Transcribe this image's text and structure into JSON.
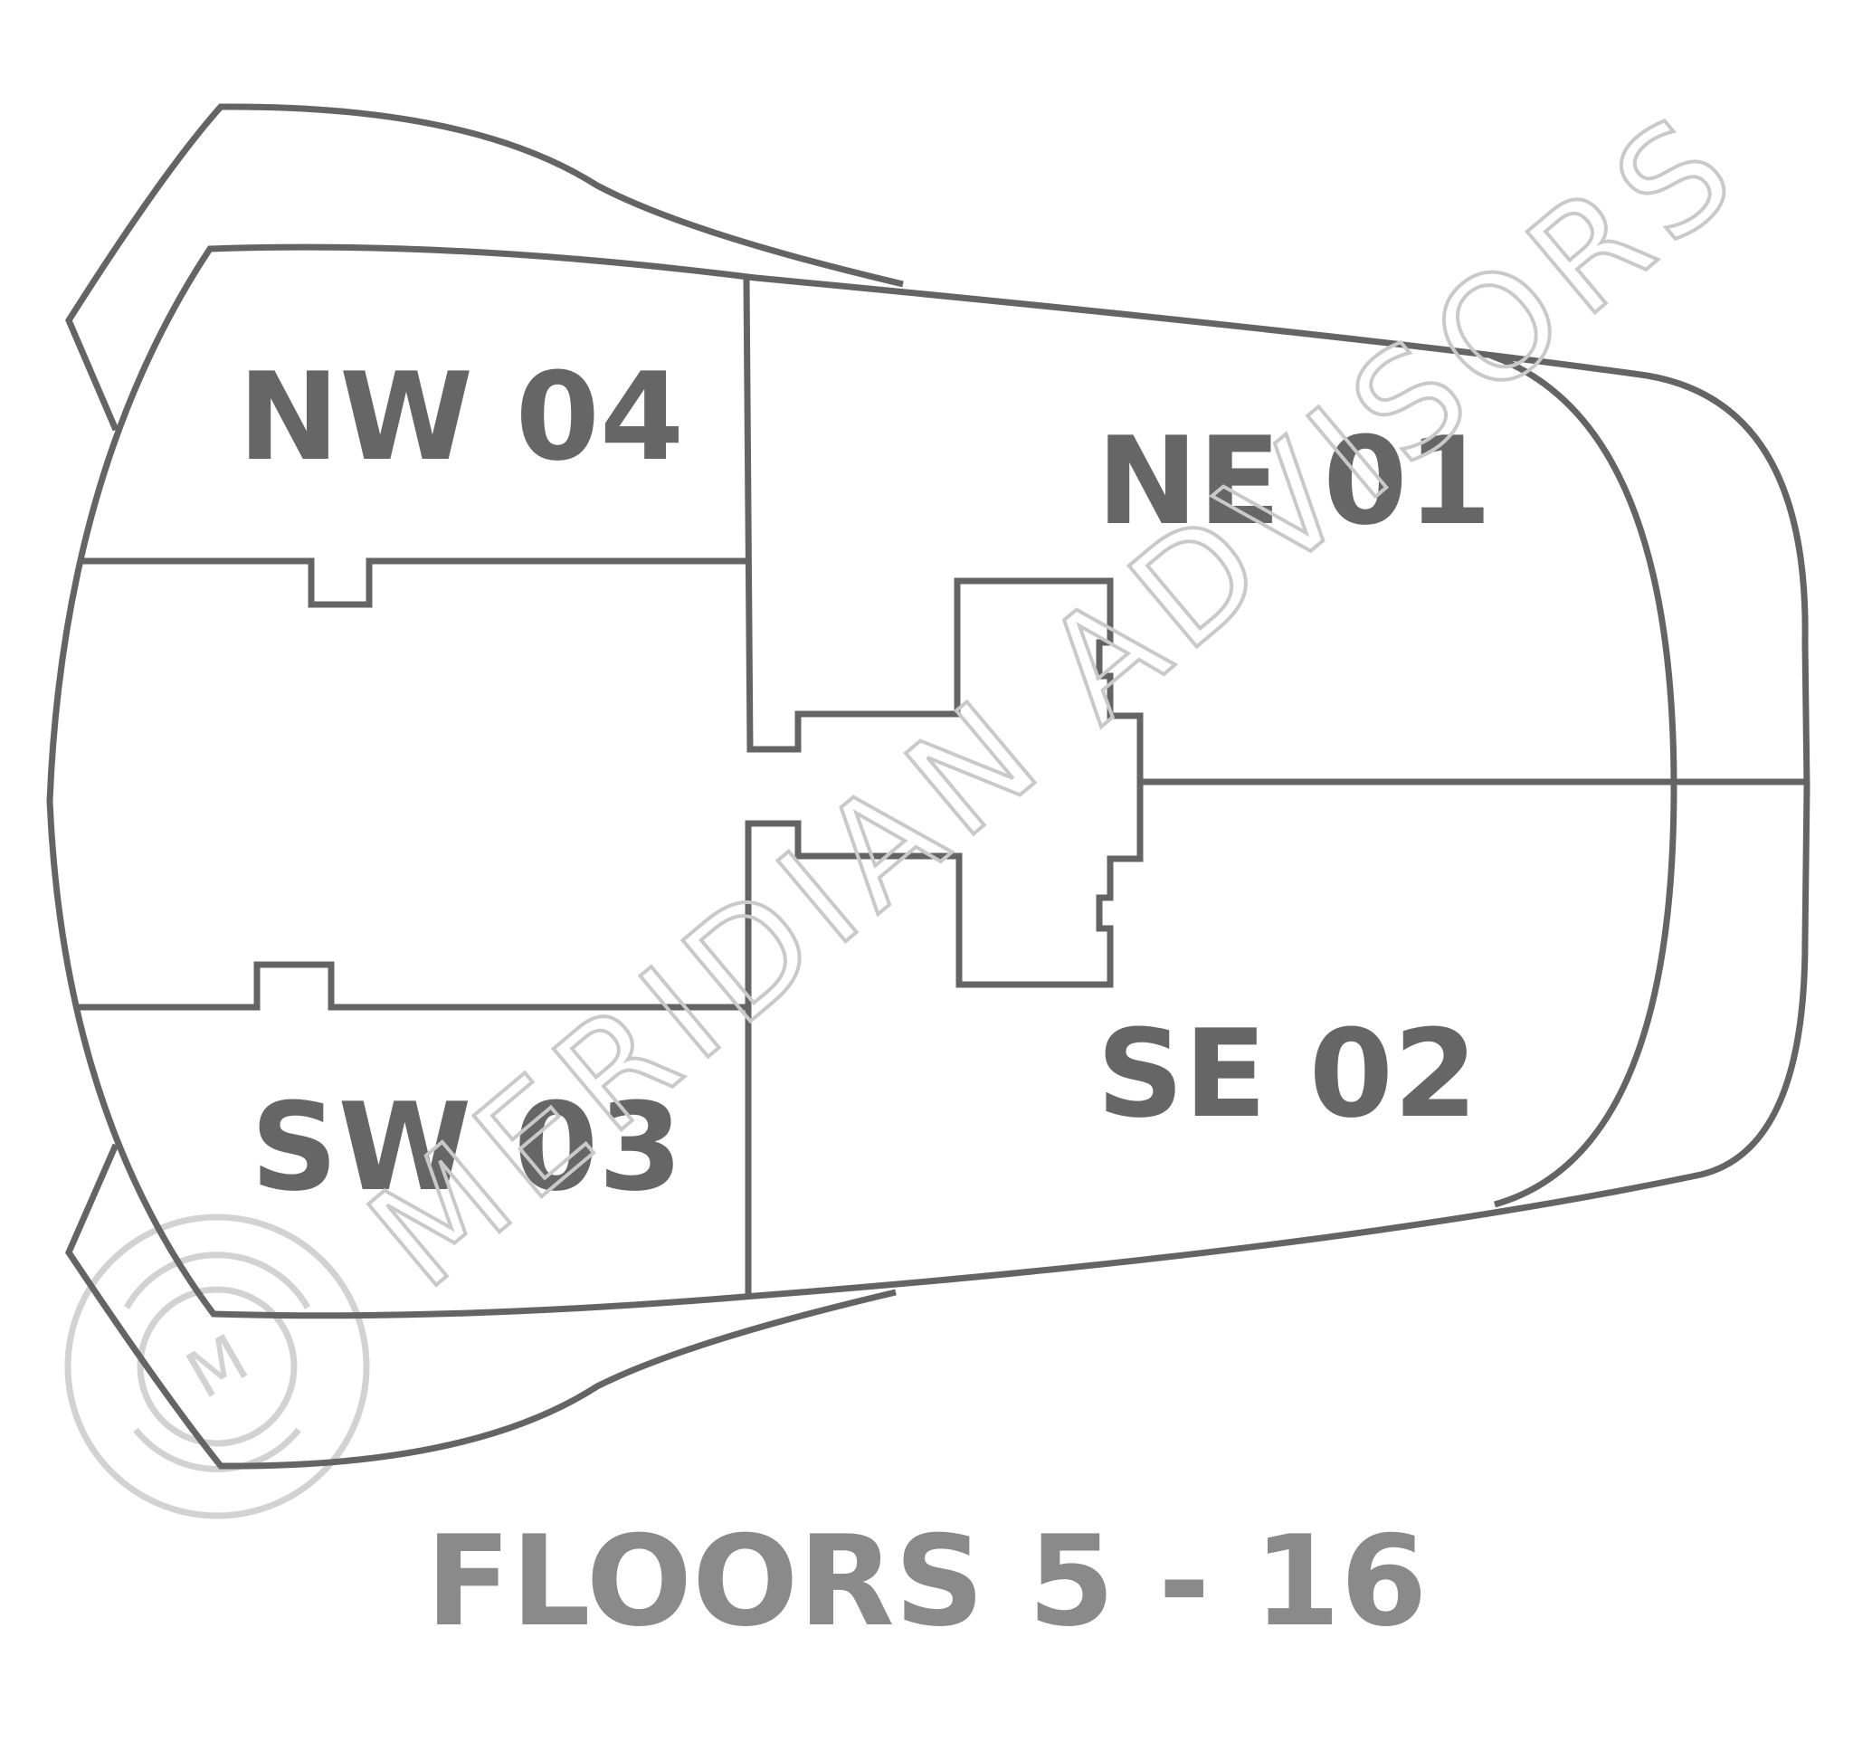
{
  "units": [
    {
      "id": "nw",
      "label": "NW 04"
    },
    {
      "id": "ne",
      "label": "NE 01"
    },
    {
      "id": "se",
      "label": "SE 02"
    },
    {
      "id": "sw",
      "label": "SW 03"
    }
  ],
  "floor_caption": "FLOORS 5 - 16",
  "watermark": {
    "text": "MERIDIAN ADVISORS",
    "seal_letter": "M"
  },
  "colors": {
    "outline": "#646464",
    "label": "#666666",
    "caption": "#8a8a8a",
    "watermark": "#c9c9c9"
  }
}
